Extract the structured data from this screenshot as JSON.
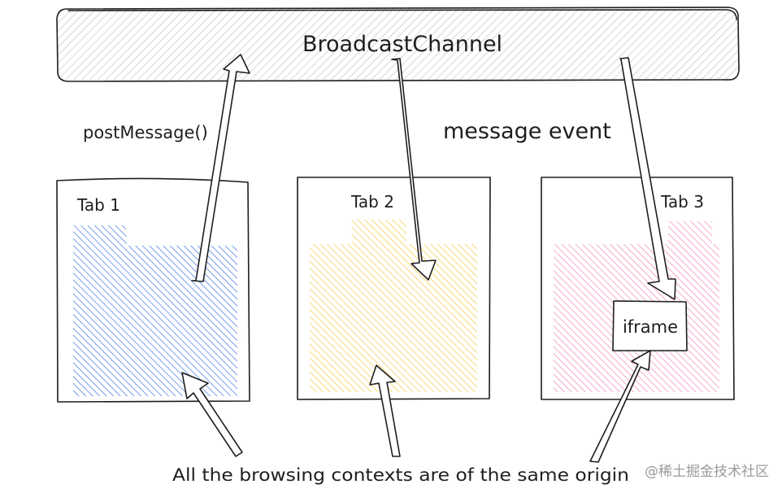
{
  "channel": {
    "label": "BroadcastChannel"
  },
  "labels": {
    "post_message": "postMessage()",
    "message_event": "message event",
    "caption": "All the browsing contexts are of the same origin",
    "iframe": "iframe"
  },
  "tabs": [
    {
      "label": "Tab 1",
      "color": "#4c7ee8"
    },
    {
      "label": "Tab 2",
      "color": "#f2cf4a"
    },
    {
      "label": "Tab 3",
      "color": "#f08fc0"
    }
  ],
  "channel_hatch_color": "#bdbdbd",
  "watermark": "@稀土掘金技术社区"
}
